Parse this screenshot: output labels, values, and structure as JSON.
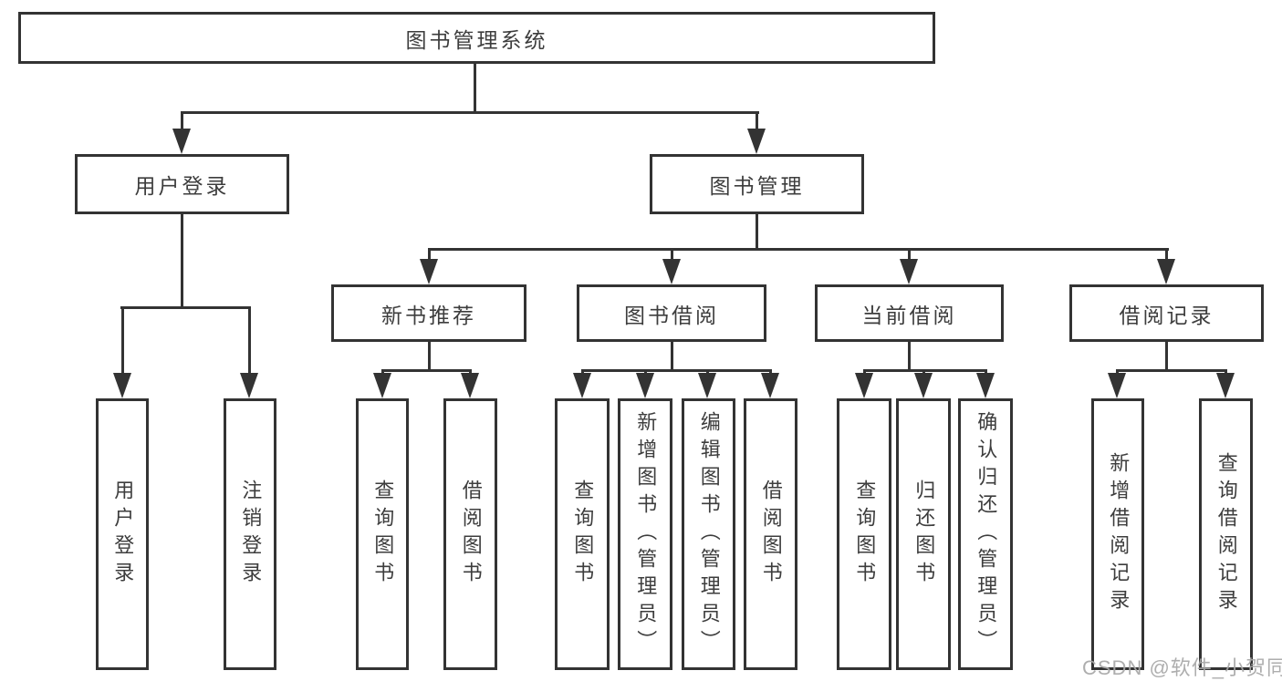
{
  "diagram": {
    "root": {
      "label": "图书管理系统"
    },
    "user_login": {
      "label": "用户登录",
      "children": [
        "用户登录",
        "注销登录"
      ]
    },
    "book_management": {
      "label": "图书管理"
    },
    "new_book_recommend": {
      "label": "新书推荐",
      "children": [
        "查询图书",
        "借阅图书"
      ]
    },
    "book_borrow": {
      "label": "图书借阅",
      "children": [
        "查询图书",
        "新增图书（管理员）",
        "编辑图书（管理员）",
        "借阅图书"
      ]
    },
    "current_borrow": {
      "label": "当前借阅",
      "children": [
        "查询图书",
        "归还图书",
        "确认归还（管理员）"
      ]
    },
    "borrow_records": {
      "label": "借阅记录",
      "children": [
        "新增借阅记录",
        "查询借阅记录"
      ]
    }
  },
  "watermark": {
    "text": "CSDN @软件_小贺同学"
  },
  "colors": {
    "line": "#333333",
    "text": "#3d3d3d",
    "watermark": "#a8a8a8",
    "background": "#ffffff"
  }
}
